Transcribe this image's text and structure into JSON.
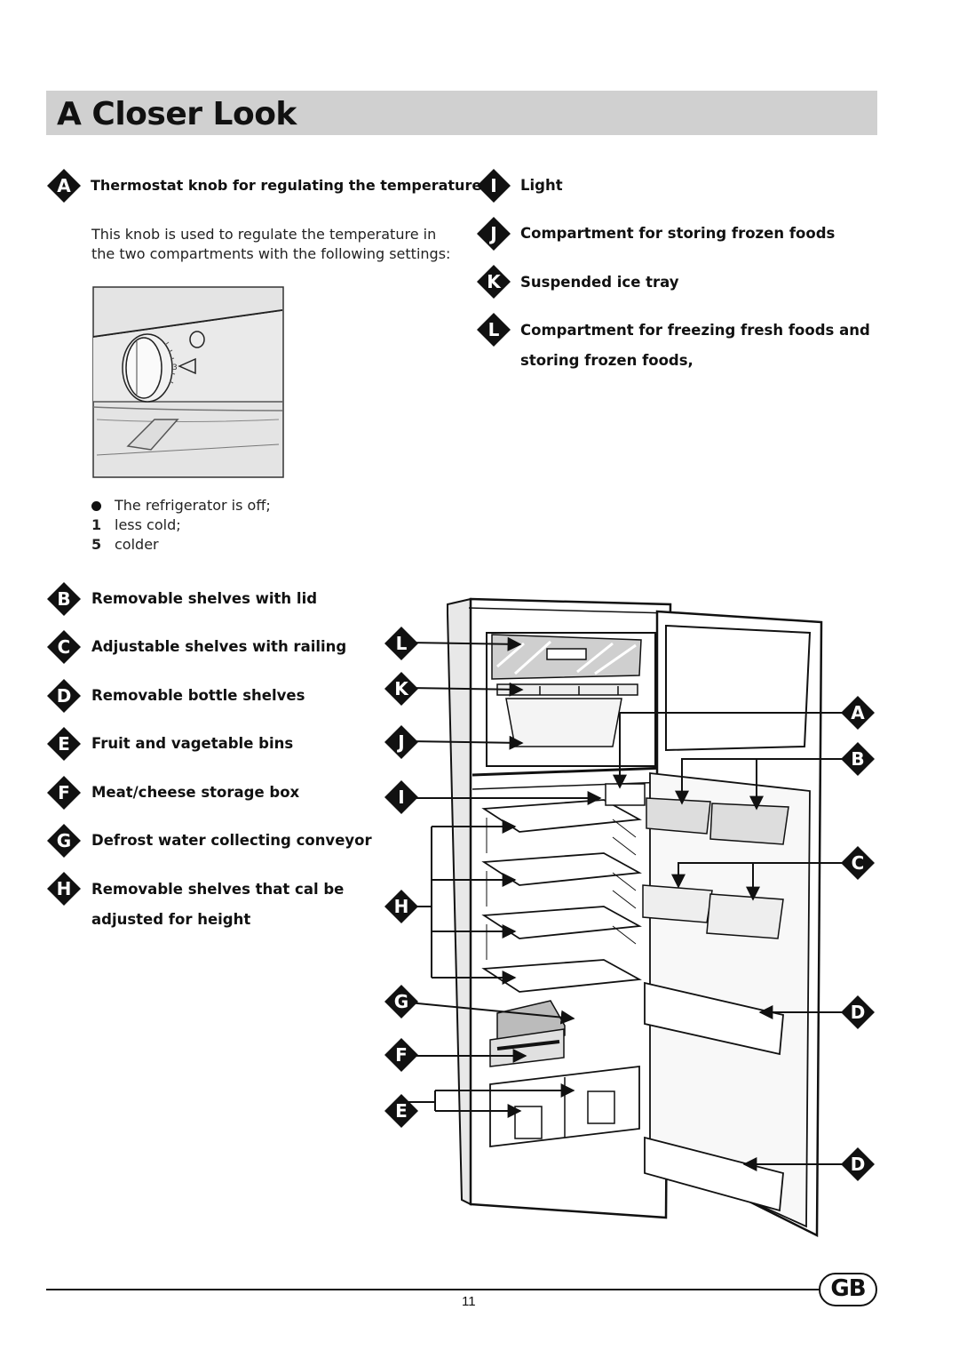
{
  "page": {
    "title": "A Closer Look",
    "page_number": "11",
    "country_badge": "GB"
  },
  "items": {
    "A": {
      "letter": "A",
      "label": "Thermostat knob for regulating the temperature"
    },
    "B": {
      "letter": "B",
      "label": "Removable shelves with lid"
    },
    "C": {
      "letter": "C",
      "label": "Adjustable shelves with railing"
    },
    "D": {
      "letter": "D",
      "label": "Removable bottle shelves"
    },
    "E": {
      "letter": "E",
      "label": "Fruit and vagetable bins"
    },
    "F": {
      "letter": "F",
      "label": "Meat/cheese storage box"
    },
    "G": {
      "letter": "G",
      "label": "Defrost water collecting conveyor"
    },
    "H": {
      "letter": "H",
      "label_line1": "Removable shelves that cal be",
      "label_line2": "adjusted for height"
    },
    "I": {
      "letter": "I",
      "label": "Light"
    },
    "J": {
      "letter": "J",
      "label": "Compartment for storing frozen foods"
    },
    "K": {
      "letter": "K",
      "label": "Suspended ice tray"
    },
    "L": {
      "letter": "L",
      "label_line1": "Compartment for freezing fresh foods and",
      "label_line2": "storing frozen foods,"
    }
  },
  "thermostat": {
    "description": "This knob is used to regulate the temperature in the two compartments with the following settings:",
    "settings": [
      {
        "key": "●",
        "text": "The refrigerator is off;"
      },
      {
        "key": "1",
        "text": "less cold;"
      },
      {
        "key": "5",
        "text": "colder"
      }
    ]
  },
  "diagram_callouts": {
    "left": [
      "L",
      "K",
      "J",
      "I",
      "H",
      "G",
      "F",
      "E"
    ],
    "right": [
      "A",
      "B",
      "C",
      "D",
      "D"
    ]
  }
}
